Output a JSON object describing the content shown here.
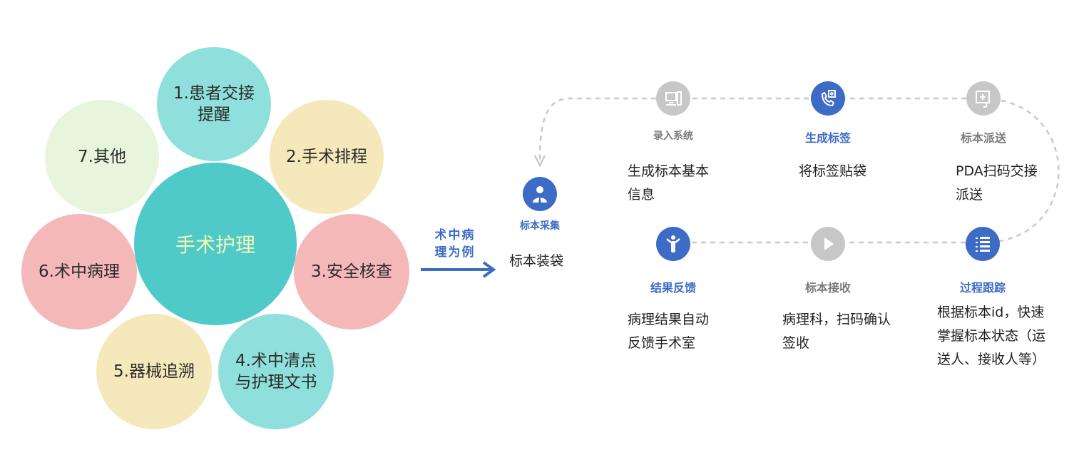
{
  "hub": {
    "center_label": "手术护理",
    "petals": [
      {
        "label": "1.患者交接\n提醒",
        "color": "#8fe0dc"
      },
      {
        "label": "2.手术排程",
        "color": "#f5e9bb"
      },
      {
        "label": "3.安全核查",
        "color": "#f4b8b8"
      },
      {
        "label": "4.术中清点\n与护理文书",
        "color": "#8fe0dc"
      },
      {
        "label": "5.器械追溯",
        "color": "#f5e9bb"
      },
      {
        "label": "6.术中病理",
        "color": "#f4b8b8"
      },
      {
        "label": "7.其他",
        "color": "#e6f5dc"
      }
    ],
    "center_color": "#4fcac8"
  },
  "link": {
    "label": "术中病\n理为例",
    "color": "#3d6cc6"
  },
  "flow": {
    "start": {
      "title": "标本采集",
      "desc": "标本装袋"
    },
    "steps": [
      {
        "title": "录入系统",
        "desc": "生成标本基本\n信息",
        "icon": "computer-icon",
        "style": "gray"
      },
      {
        "title": "生成标签",
        "desc": "将标签贴袋",
        "icon": "phone-label-icon",
        "style": "blue"
      },
      {
        "title": "标本派送",
        "desc": "PDA扫码交接\n派送",
        "icon": "medical-pda-icon",
        "style": "gray"
      },
      {
        "title": "过程跟踪",
        "desc": "根据标本id，快速\n掌握标本状态（运\n送人、接收人等）",
        "icon": "list-icon",
        "style": "blue"
      },
      {
        "title": "标本接收",
        "desc": "病理科，扫码确认\n签收",
        "icon": "play-icon",
        "style": "gray"
      },
      {
        "title": "结果反馈",
        "desc": "病理结果自动\n反馈手术室",
        "icon": "person-feedback-icon",
        "style": "blue"
      }
    ],
    "colors": {
      "blue": "#3d6cc6",
      "gray": "#c7c7c7",
      "line": "#c9c9c9"
    }
  }
}
